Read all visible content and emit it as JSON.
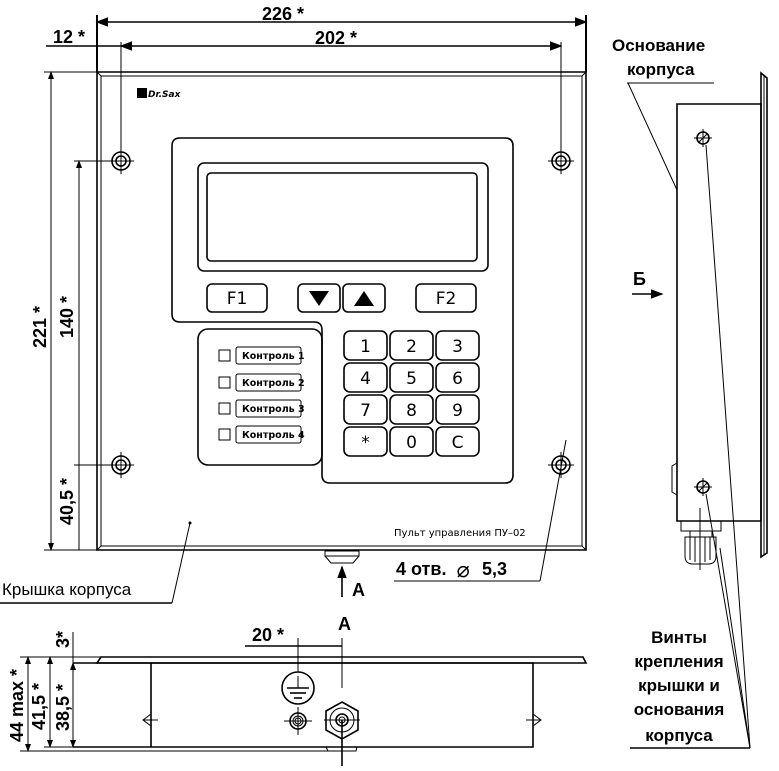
{
  "drawing": {
    "title": "Пульт управления ПУ-02 — габаритный чертёж",
    "logo": "Dr.Sax",
    "front_view": {
      "dimensions": {
        "overall_width": "226 *",
        "hole_spacing_width": "202 *",
        "hole_offset_left": "12 *",
        "overall_height": "221 *",
        "hole_spacing_height": "140 *",
        "hole_offset_bottom": "40,5 *"
      },
      "device_label": "Пульт управления   ПУ–02",
      "holes_callout": "4 отв.",
      "holes_diameter_symbol": "⌀",
      "holes_diameter": "5,3",
      "cover_callout": "Крышка корпуса",
      "view_arrow_label": "А",
      "keys": {
        "f1": "F1",
        "f2": "F2",
        "down": "▼",
        "up": "▲",
        "keypad": [
          "1",
          "2",
          "3",
          "4",
          "5",
          "6",
          "7",
          "8",
          "9",
          "*",
          "0",
          "C"
        ]
      },
      "controls": [
        "Контроль 1",
        "Контроль 2",
        "Контроль 3",
        "Контроль 4"
      ]
    },
    "side_view": {
      "base_callout_line1": "Основание",
      "base_callout_line2": "корпуса",
      "view_arrow_label": "Б",
      "screws_callout": [
        "Винты",
        "крепления",
        "крышки и",
        "основания",
        "корпуса"
      ]
    },
    "bottom_view": {
      "title_label": "А",
      "dimensions": {
        "max_depth": "44 max *",
        "body_depth": "41,5 *",
        "inner_depth": "38,5 *",
        "flange": "3*",
        "ground_offset": "20 *"
      }
    }
  }
}
